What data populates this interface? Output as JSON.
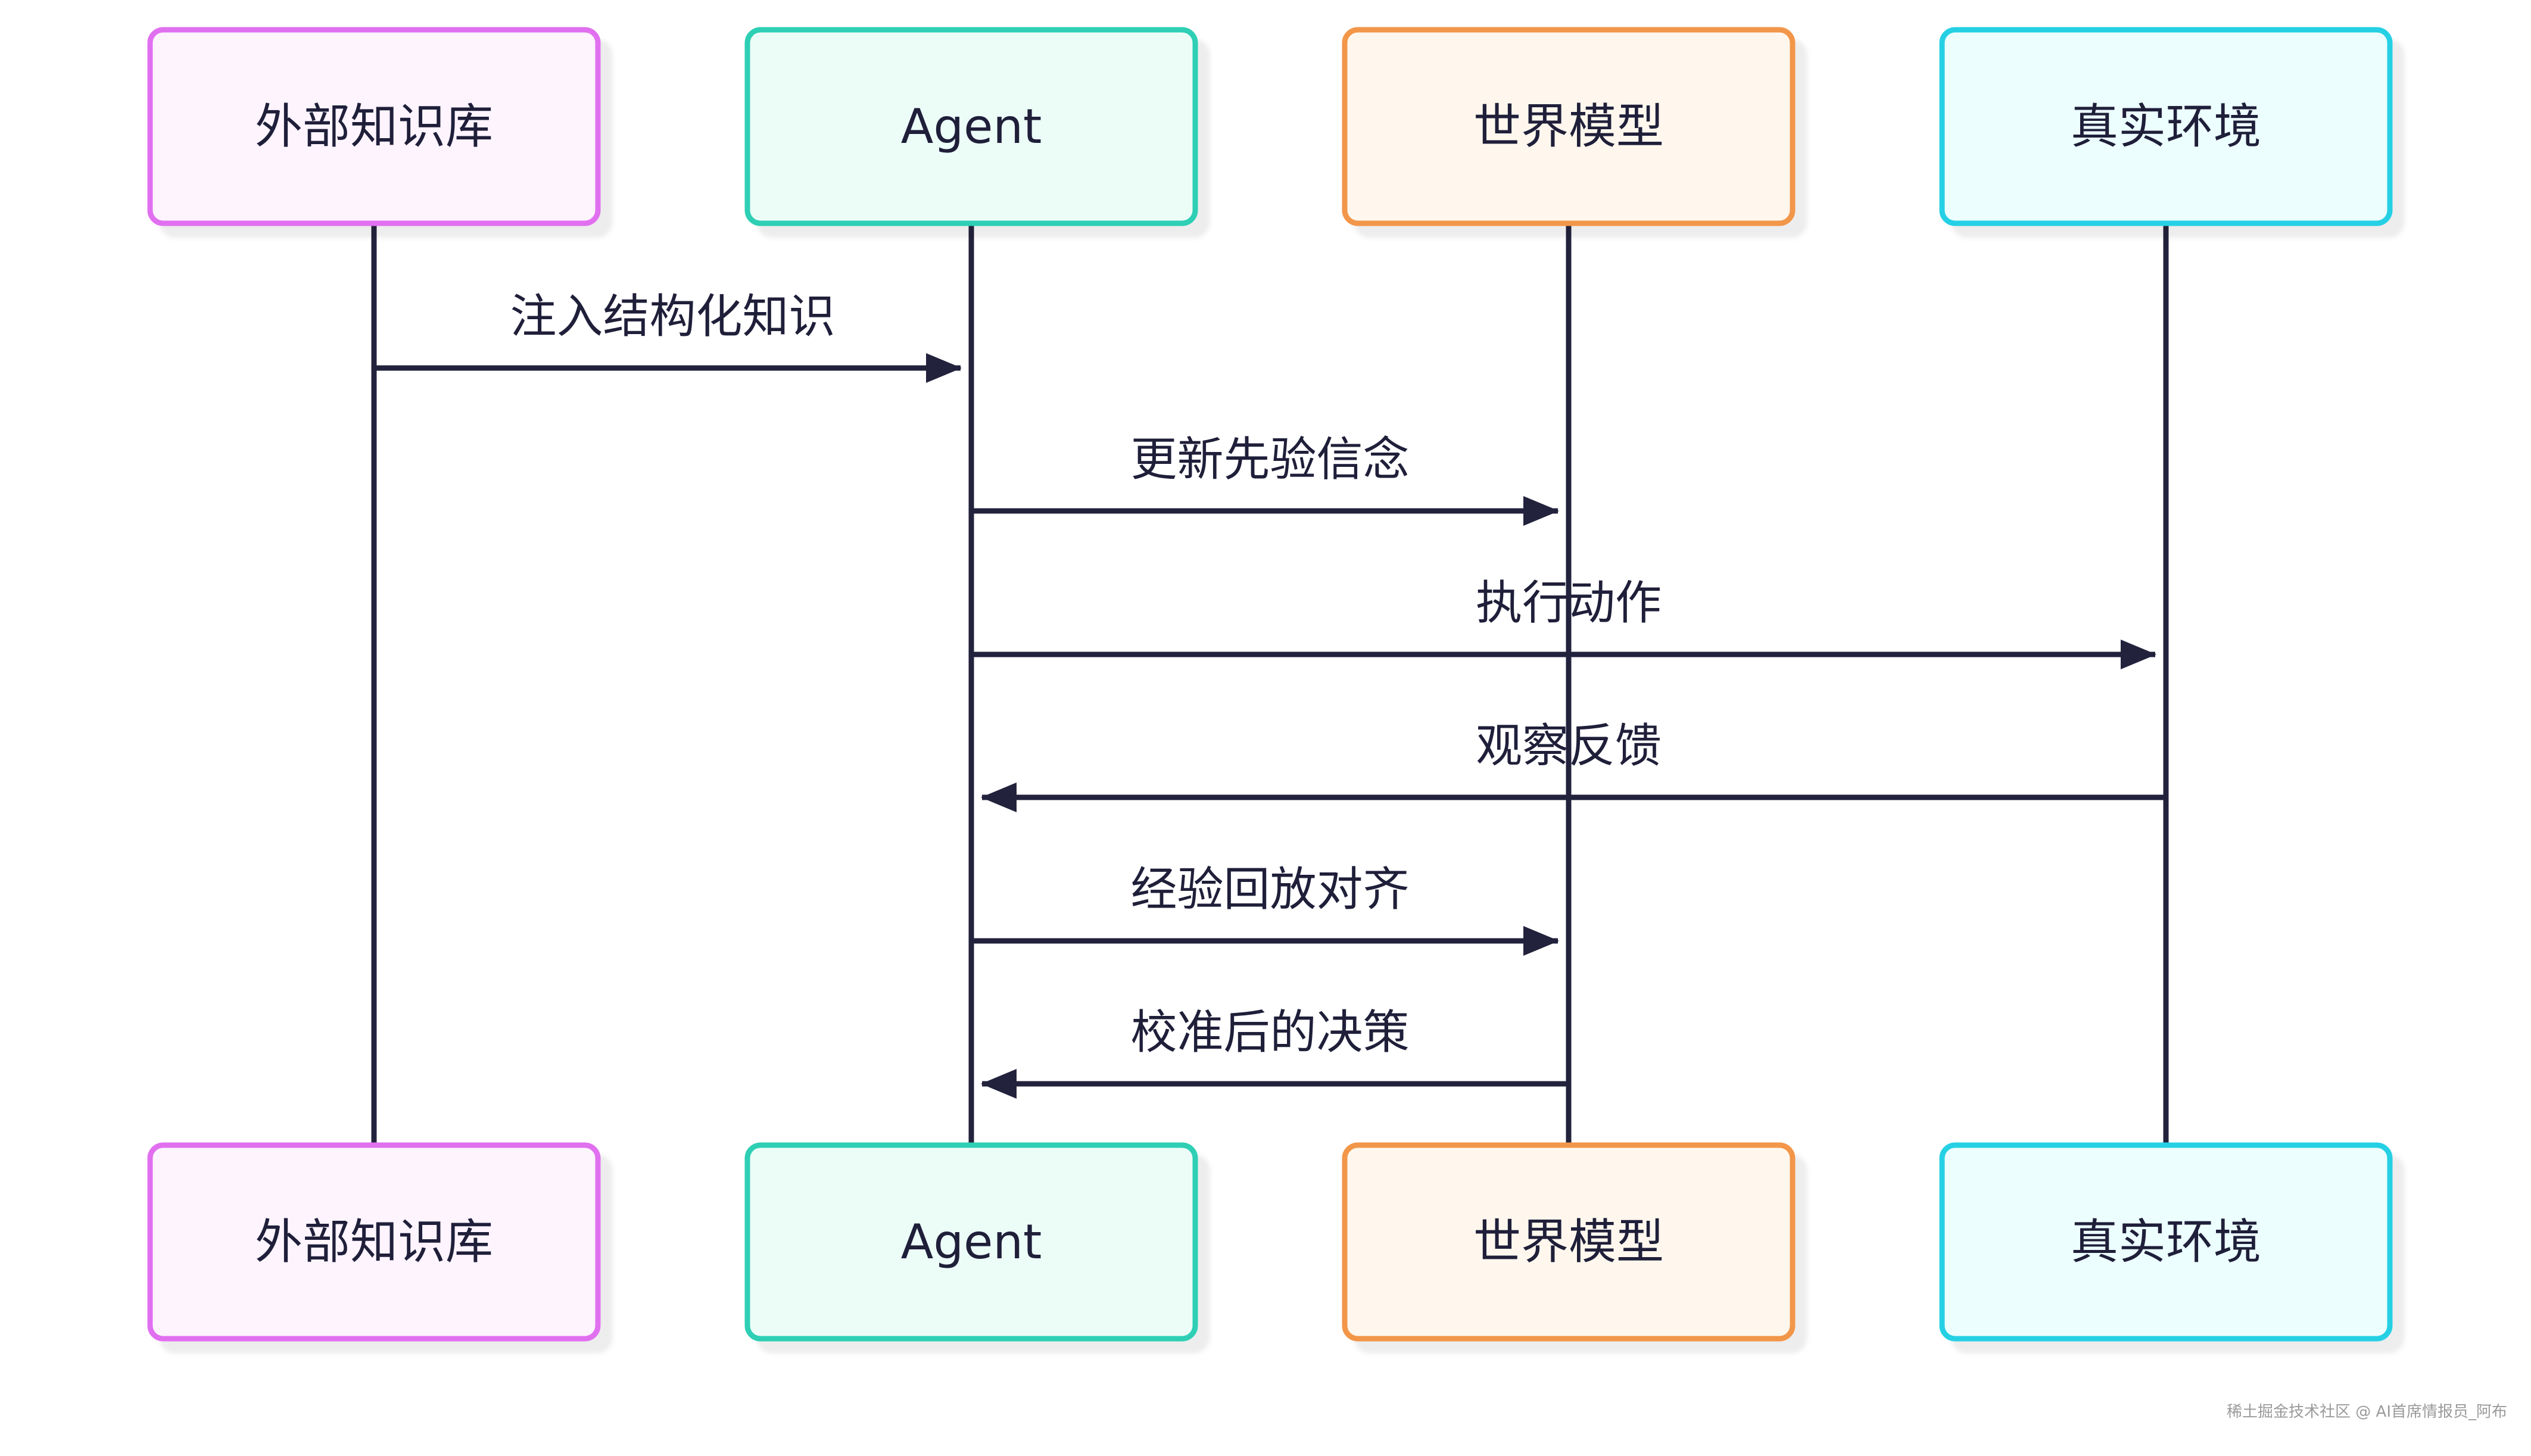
{
  "participants": [
    {
      "key": "kb",
      "label": "外部知识库",
      "border": "#e170f0",
      "fill": "#fdf4fe"
    },
    {
      "key": "agent",
      "label": "Agent",
      "border": "#2dcfb4",
      "fill": "#ecfdf8"
    },
    {
      "key": "wm",
      "label": "世界模型",
      "border": "#f2964a",
      "fill": "#fff7ed"
    },
    {
      "key": "env",
      "label": "真实环境",
      "border": "#28d0e4",
      "fill": "#ecfefe"
    }
  ],
  "messages": [
    {
      "from": 0,
      "to": 1,
      "label": "注入结构化知识"
    },
    {
      "from": 1,
      "to": 2,
      "label": "更新先验信念"
    },
    {
      "from": 1,
      "to": 3,
      "label": "执行动作"
    },
    {
      "from": 3,
      "to": 1,
      "label": "观察反馈"
    },
    {
      "from": 1,
      "to": 2,
      "label": "经验回放对齐"
    },
    {
      "from": 2,
      "to": 1,
      "label": "校准后的决策"
    }
  ],
  "line_color": "#23223d",
  "watermark": "稀土掘金技术社区 @ AI首席情报员_阿布"
}
